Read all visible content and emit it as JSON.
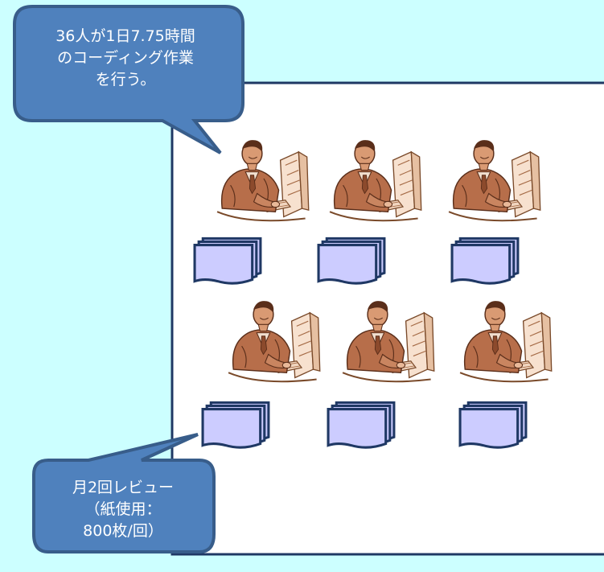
{
  "callouts": {
    "top": {
      "lines": [
        "36人が1日7.75時間",
        "のコーディング作業",
        "を行う。"
      ]
    },
    "bottom": {
      "lines": [
        "月2回レビュー",
        "（紙使用：",
        "800枚/回）"
      ]
    }
  },
  "icons": {
    "worker": "person-at-computer-icon",
    "document": "document-stack-icon"
  },
  "colors": {
    "background": "#ccffff",
    "callout_fill": "#4f81bd",
    "callout_border": "#385d8a",
    "document_fill": "#ccccff",
    "document_border": "#1f3864"
  }
}
